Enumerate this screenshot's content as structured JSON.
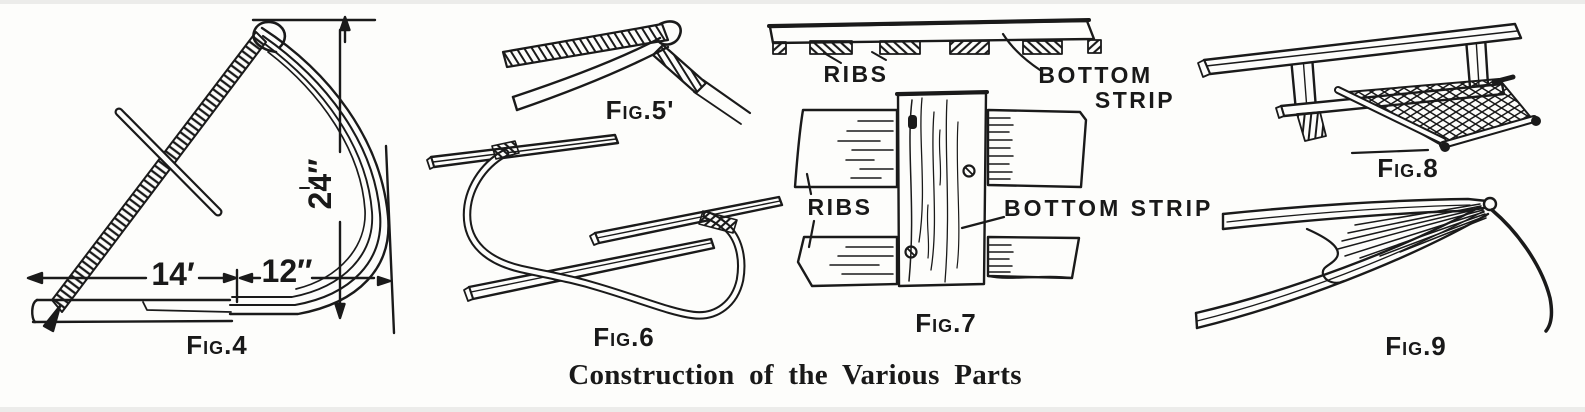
{
  "page": {
    "caption": "Construction of the Various Parts",
    "paper_color": "#fdfdfb",
    "ink_color": "#1a1a1a"
  },
  "figures": {
    "fig4": {
      "label": "Fig.4",
      "dim_left": "14′",
      "dim_right": "12″",
      "dim_height": "24″"
    },
    "fig5": {
      "label": "Fig.5'"
    },
    "fig6": {
      "label": "Fig.6"
    },
    "fig7": {
      "label": "Fig.7",
      "anno_ribs_top": "RIBS",
      "anno_bottom_top_line1": "BOTTOM",
      "anno_bottom_top_line2": "STRIP",
      "anno_ribs_mid": "RIBS",
      "anno_bottom_mid": "BOTTOM STRIP"
    },
    "fig8": {
      "label": "Fig.8"
    },
    "fig9": {
      "label": "Fig.9"
    }
  }
}
